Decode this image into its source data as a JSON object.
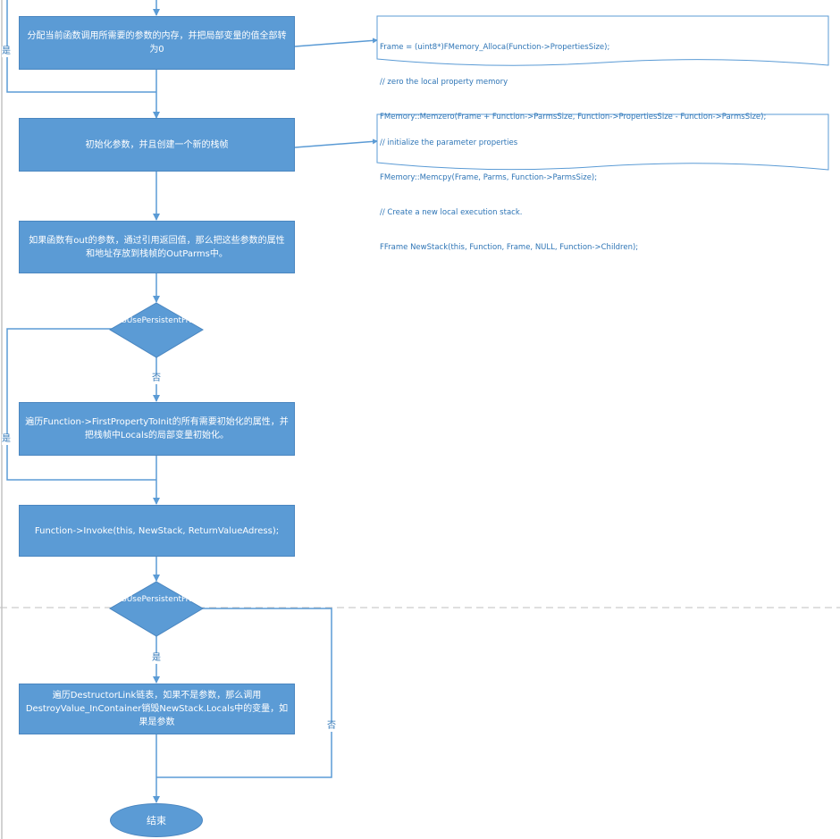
{
  "flowchart": {
    "box_alloc": "分配当前函数调用所需要的参数的内存，并把局部变量的值全部转为0",
    "box_init": "初始化参数，并且创建一个新的栈帧",
    "box_out": "如果函数有out的参数，通过引用返回值，那么把这些参数的属性和地址存放到栈帧的OutParms中。",
    "decision1": "bUsePersistentFrame？",
    "box_traverse": "遍历Function->FirstPropertyToInit的所有需要初始化的属性，并把栈帧中Locals的局部变量初始化。",
    "box_invoke": "Function->Invoke(this, NewStack, ReturnValueAdress);",
    "decision2": "bUsePersistentFrame？",
    "box_destroy": "遍历DestructorLink链表，如果不是参数，那么调用DestroyValue_InContainer销毁NewStack.Locals中的变量，如果是参数",
    "end": "结束"
  },
  "labels": {
    "yes_top": "是",
    "no_d1": "否",
    "yes_d1": "是",
    "yes_d2": "是",
    "no_d2": "否"
  },
  "notes": {
    "note1": [
      "Frame = (uint8*)FMemory_Alloca(Function->PropertiesSize);",
      "// zero the local property memory",
      "FMemory::Memzero(Frame + Function->ParmsSize, Function->PropertiesSize - Function->ParmsSize);"
    ],
    "note2": [
      "// initialize the parameter properties",
      "FMemory::Memcpy(Frame, Parms, Function->ParmsSize);",
      "// Create a new local execution stack.",
      "FFrame NewStack(this, Function, Frame, NULL, Function->Children);"
    ]
  },
  "colors": {
    "box_fill": "#5b9bd5",
    "line": "#5b9bd5",
    "note_text": "#2e75b6",
    "divider": "#a6a6a6"
  }
}
